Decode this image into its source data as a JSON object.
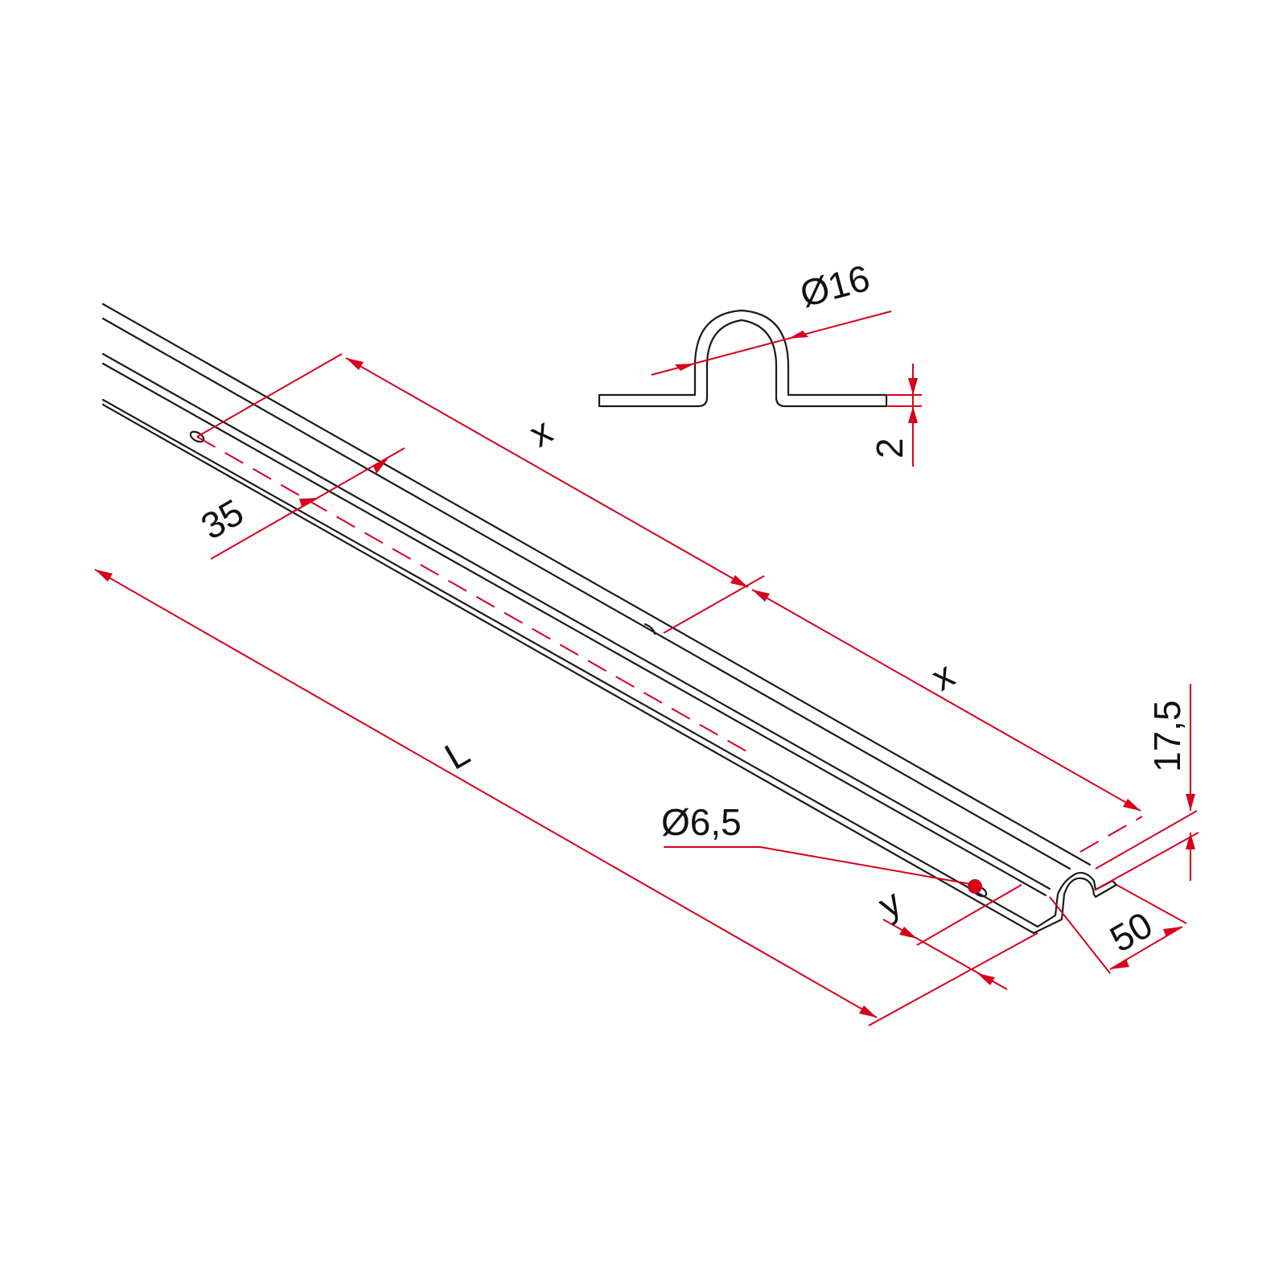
{
  "colors": {
    "dimension": "#d6001c",
    "outline": "#1b1b1b",
    "background": "#ffffff"
  },
  "dimensions": {
    "pipe_diameter": "Ø16",
    "thickness": "2",
    "hole_offset": "35",
    "spacing_upper": "x",
    "spacing_lower": "x",
    "total_length": "L",
    "hole_diameter": "Ø6,5",
    "end_offset": "y",
    "width": "50",
    "height": "17,5"
  }
}
